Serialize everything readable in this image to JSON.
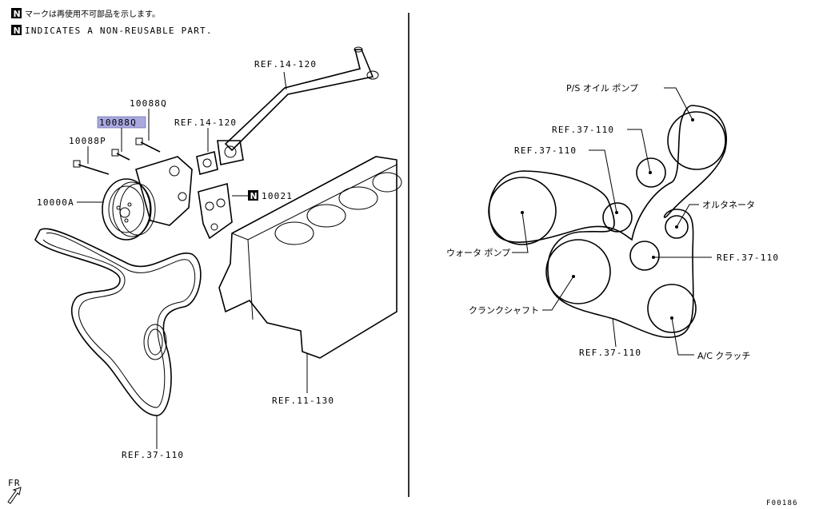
{
  "legend": {
    "marker": "N",
    "line_jp": "マークは再使用不可部品を示します。",
    "line_en": "INDICATES A NON-REUSABLE PART."
  },
  "left": {
    "ref_14_120_top": "REF.14-120",
    "ref_14_120_mid": "REF.14-120",
    "part_10088Q": "10088Q",
    "part_10088Q_highlight": "10088Q",
    "part_10088P": "10088P",
    "part_10000A": "10000A",
    "part_10021": "10021",
    "ref_11_130": "REF.11-130",
    "ref_37_110": "REF.37-110",
    "direction": "FR"
  },
  "right": {
    "ps_pump": "P/S オイル ポンプ",
    "ref_a": "REF.37-110",
    "ref_b": "REF.37-110",
    "alternator": "オルタネータ",
    "water_pump": "ウォータ ポンプ",
    "ref_c": "REF.37-110",
    "crankshaft": "クランクシャフト",
    "ref_d": "REF.37-110",
    "ac_clutch": "A/C クラッチ"
  },
  "figure_code": "F00186",
  "colors": {
    "highlight": "#a9a9e0",
    "ink": "#000000"
  }
}
